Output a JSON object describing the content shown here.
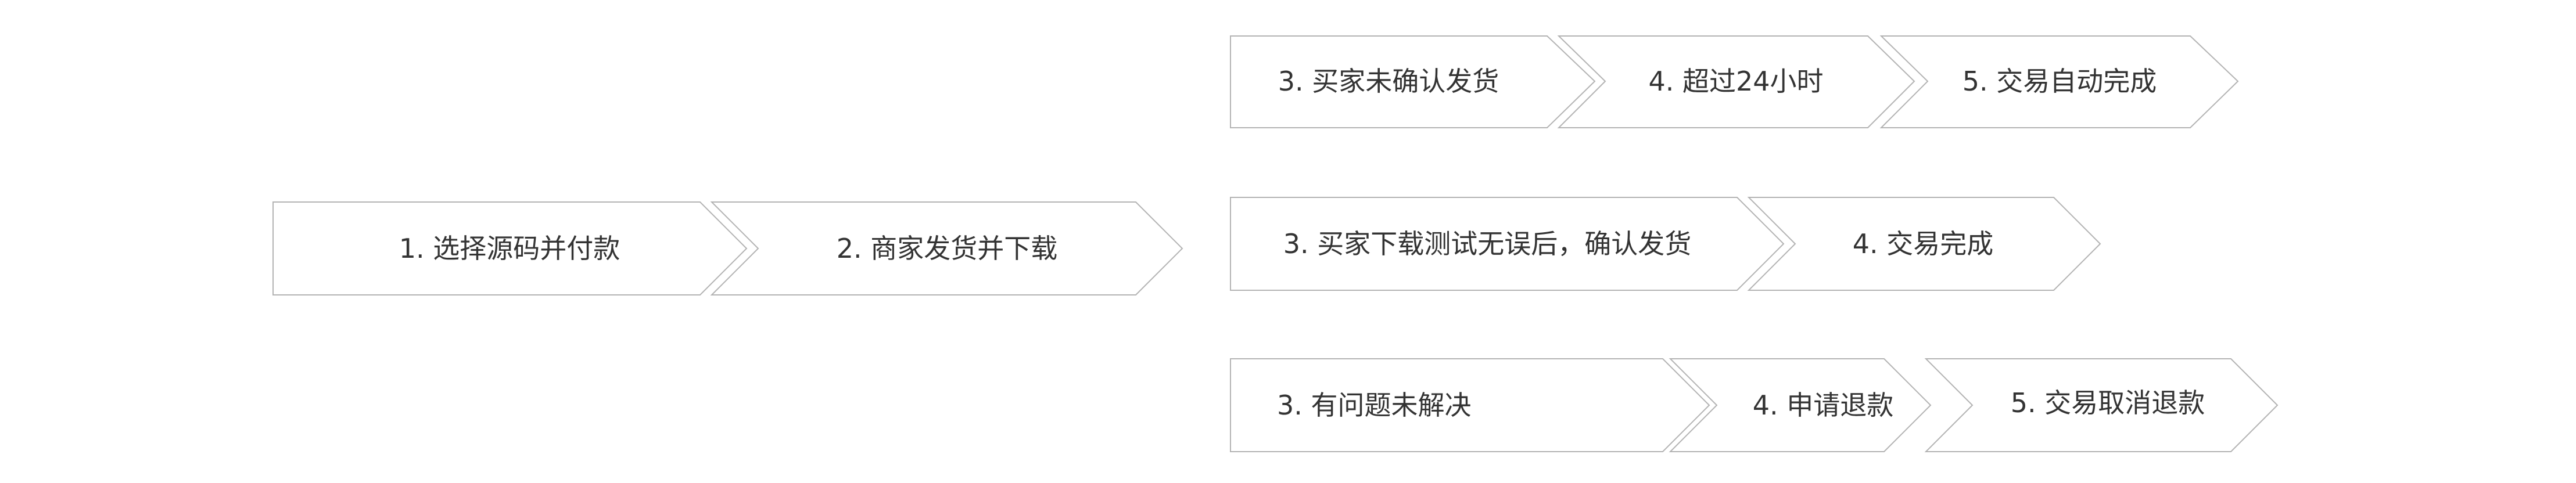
{
  "flow": {
    "start": [
      {
        "id": "s1",
        "label": "1. 选择源码并付款"
      },
      {
        "id": "s2",
        "label": "2. 商家发货并下载"
      }
    ],
    "branches": [
      {
        "id": "branch-unconfirmed",
        "steps": [
          {
            "id": "b1s3",
            "label": "3. 买家未确认发货"
          },
          {
            "id": "b1s4",
            "label": "4. 超过24小时"
          },
          {
            "id": "b1s5",
            "label": "5. 交易自动完成"
          }
        ]
      },
      {
        "id": "branch-confirmed",
        "steps": [
          {
            "id": "b2s3",
            "label": "3. 买家下载测试无误后，确认发货"
          },
          {
            "id": "b2s4",
            "label": "4. 交易完成"
          }
        ]
      },
      {
        "id": "branch-refund",
        "steps": [
          {
            "id": "b3s3",
            "label": "3. 有问题未解决"
          },
          {
            "id": "b3s4",
            "label": "4. 申请退款"
          },
          {
            "id": "b3s5",
            "label": "5. 交易取消退款"
          }
        ]
      }
    ]
  }
}
